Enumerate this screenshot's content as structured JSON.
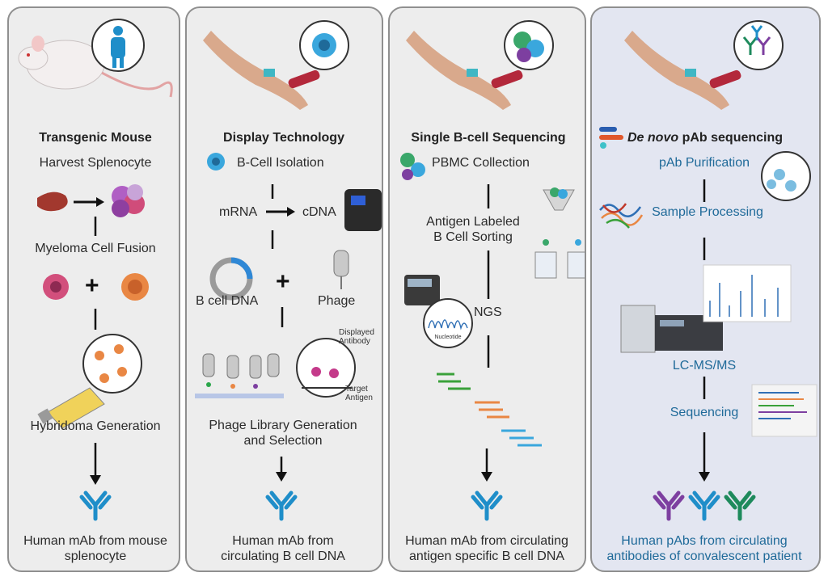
{
  "colors": {
    "panel_bg": "#ededed",
    "panel4_bg": "#e3e6f1",
    "antibody_blue": "#1f8ec9",
    "antibody_purple": "#7d3fa0",
    "antibody_green": "#1e8a5c",
    "text_blue": "#1f6a99"
  },
  "panel1": {
    "title": "Transgenic Mouse",
    "step1": "Harvest Splenocyte",
    "step2": "Myeloma Cell Fusion",
    "step3": "Hybridoma Generation",
    "output": "Human mAb from mouse\nsplenocyte",
    "icons": [
      "mouse-icon",
      "human-dna-icon",
      "spleen-icon",
      "splenocyte-cluster-icon",
      "myeloma-cell-icon",
      "splenocyte-cell-icon",
      "flask-icon",
      "antibody-icon"
    ]
  },
  "panel2": {
    "title": "Display Technology",
    "step1": "B-Cell Isolation",
    "mrna": "mRNA",
    "cdna": "cDNA",
    "dna": "B cell DNA",
    "phage": "Phage",
    "displayed": "Displayed\nAntibody",
    "target": "Target\nAntigen",
    "step2": "Phage Library Generation\nand Selection",
    "output": "Human mAb from\ncirculating B cell DNA",
    "icons": [
      "arm-blood-draw-icon",
      "b-cell-icon",
      "pcr-machine-icon",
      "plasmid-icon",
      "phage-icon",
      "antibody-icon"
    ]
  },
  "panel3": {
    "title": "Single B-cell Sequencing",
    "step1": "PBMC Collection",
    "step2": "Antigen Labeled\nB Cell Sorting",
    "ngs": "NGS",
    "nucleotide": "Nucleotide",
    "output": "Human mAb from circulating\nantigen specific B cell DNA",
    "icons": [
      "arm-blood-draw-icon",
      "pbmc-icon",
      "funnel-sorting-icon",
      "sequencer-icon",
      "chromatogram-icon",
      "reads-icon",
      "antibody-icon"
    ]
  },
  "panel4": {
    "title_italic": "De novo",
    "title_rest": " pAb sequencing",
    "step1": "pAb Purification",
    "step2": "Sample Processing",
    "step3": "LC-MS/MS",
    "step4": "Sequencing",
    "output": "Human pAbs from circulating\nantibodies of convalescent patient",
    "icons": [
      "arm-blood-draw-icon",
      "antibody-mix-icon",
      "peptide-icon",
      "lc-ms-instrument-icon",
      "mass-spectrum-icon",
      "sequence-alignment-icon",
      "antibody-icon"
    ]
  }
}
